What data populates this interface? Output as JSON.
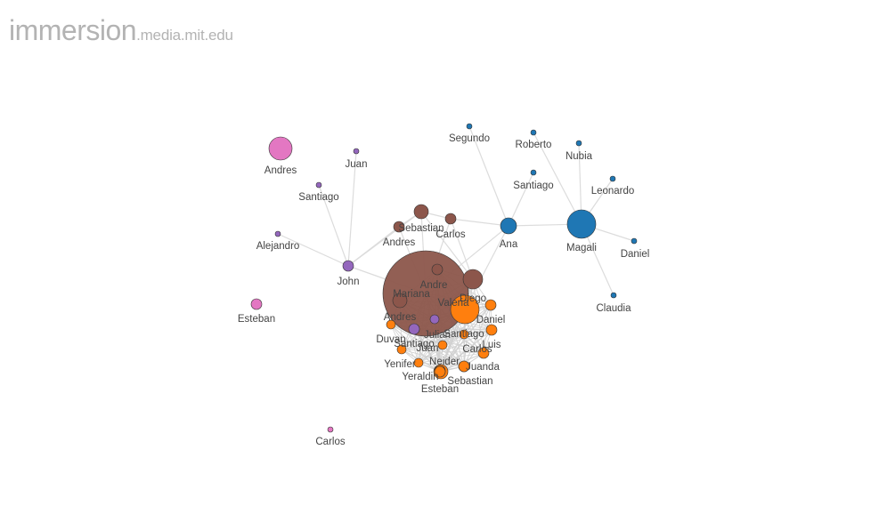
{
  "brand": {
    "title": "immersion",
    "domain": ".media.mit.edu"
  },
  "colors": {
    "brown": "#8c564b",
    "orange": "#ff7f0e",
    "blue": "#1f77b4",
    "purple": "#9467bd",
    "pink": "#e377c2",
    "edge": "#dcdcdc"
  },
  "graph": {
    "nodes": [
      {
        "id": "mariana",
        "label": "Mariana",
        "group": "brown",
        "size": 48
      },
      {
        "id": "andres_pk",
        "label": "Andres",
        "group": "pink",
        "size": 13
      },
      {
        "id": "juan_pu",
        "label": "Juan",
        "group": "purple",
        "size": 3
      },
      {
        "id": "santiago_pu",
        "label": "Santiago",
        "group": "purple",
        "size": 3
      },
      {
        "id": "alejandro",
        "label": "Alejandro",
        "group": "purple",
        "size": 3
      },
      {
        "id": "john",
        "label": "John",
        "group": "purple",
        "size": 6
      },
      {
        "id": "esteban_pk",
        "label": "Esteban",
        "group": "pink",
        "size": 6
      },
      {
        "id": "carlos_pk",
        "label": "Carlos",
        "group": "pink",
        "size": 3
      },
      {
        "id": "segundo",
        "label": "Segundo",
        "group": "blue",
        "size": 3
      },
      {
        "id": "roberto",
        "label": "Roberto",
        "group": "blue",
        "size": 3
      },
      {
        "id": "nubia",
        "label": "Nubia",
        "group": "blue",
        "size": 3
      },
      {
        "id": "santiago_bl",
        "label": "Santiago",
        "group": "blue",
        "size": 3
      },
      {
        "id": "leonardo",
        "label": "Leonardo",
        "group": "blue",
        "size": 3
      },
      {
        "id": "ana",
        "label": "Ana",
        "group": "blue",
        "size": 9
      },
      {
        "id": "magali",
        "label": "Magali",
        "group": "blue",
        "size": 16
      },
      {
        "id": "daniel_bl",
        "label": "Daniel",
        "group": "blue",
        "size": 3
      },
      {
        "id": "claudia",
        "label": "Claudia",
        "group": "blue",
        "size": 3
      },
      {
        "id": "sebastian_br",
        "label": "Sebastian",
        "group": "brown",
        "size": 8
      },
      {
        "id": "carlos_br",
        "label": "Carlos",
        "group": "brown",
        "size": 6
      },
      {
        "id": "andres_br",
        "label": "Andres",
        "group": "brown",
        "size": 6
      },
      {
        "id": "andres_br2",
        "label": "Andre",
        "group": "brown",
        "size": 6
      },
      {
        "id": "diego",
        "label": "Diego",
        "group": "brown",
        "size": 11
      },
      {
        "id": "andres_br3",
        "label": "Andres",
        "group": "brown",
        "size": 8
      },
      {
        "id": "valeria",
        "label": "Valeria",
        "group": "orange",
        "size": 16
      },
      {
        "id": "julian",
        "label": "Julian",
        "group": "purple",
        "size": 6
      },
      {
        "id": "sebas_pu",
        "label": "",
        "group": "purple",
        "size": 5
      },
      {
        "id": "daniel_or",
        "label": "Daniel",
        "group": "orange",
        "size": 6
      },
      {
        "id": "duvan",
        "label": "Duvan",
        "group": "orange",
        "size": 5
      },
      {
        "id": "santiago_or",
        "label": "Santiago",
        "group": "orange",
        "size": 5
      },
      {
        "id": "santiago_or2",
        "label": "Santiago",
        "group": "orange",
        "size": 5
      },
      {
        "id": "juan_or",
        "label": "Juan",
        "group": "orange",
        "size": 5
      },
      {
        "id": "carlos_or",
        "label": "Carlos",
        "group": "orange",
        "size": 6
      },
      {
        "id": "luis",
        "label": "Luis",
        "group": "orange",
        "size": 6
      },
      {
        "id": "yenifer",
        "label": "Yenifer",
        "group": "orange",
        "size": 5
      },
      {
        "id": "neider",
        "label": "Neider",
        "group": "orange",
        "size": 6
      },
      {
        "id": "juanda",
        "label": "Juanda",
        "group": "orange",
        "size": 6
      },
      {
        "id": "yeraldin",
        "label": "Yeraldin",
        "group": "orange",
        "size": 8
      },
      {
        "id": "sebastian_or",
        "label": "Sebastian",
        "group": "orange",
        "size": 6
      },
      {
        "id": "esteban_or",
        "label": "Esteban",
        "group": "orange",
        "size": 6
      }
    ],
    "edges": [
      [
        "john",
        "juan_pu"
      ],
      [
        "john",
        "santiago_pu"
      ],
      [
        "john",
        "alejandro"
      ],
      [
        "john",
        "mariana"
      ],
      [
        "john",
        "andres_br"
      ],
      [
        "john",
        "sebastian_br"
      ],
      [
        "mariana",
        "sebastian_br"
      ],
      [
        "mariana",
        "carlos_br"
      ],
      [
        "mariana",
        "andres_br"
      ],
      [
        "mariana",
        "ana"
      ],
      [
        "mariana",
        "diego"
      ],
      [
        "mariana",
        "valeria"
      ],
      [
        "ana",
        "segundo"
      ],
      [
        "ana",
        "santiago_bl"
      ],
      [
        "ana",
        "magali"
      ],
      [
        "ana",
        "carlos_br"
      ],
      [
        "ana",
        "valeria"
      ],
      [
        "magali",
        "roberto"
      ],
      [
        "magali",
        "nubia"
      ],
      [
        "magali",
        "leonardo"
      ],
      [
        "magali",
        "daniel_bl"
      ],
      [
        "magali",
        "claudia"
      ],
      [
        "sebastian_br",
        "carlos_br"
      ],
      [
        "sebastian_br",
        "andres_br"
      ],
      [
        "sebastian_br",
        "diego"
      ],
      [
        "carlos_br",
        "diego"
      ],
      [
        "diego",
        "valeria"
      ]
    ]
  }
}
